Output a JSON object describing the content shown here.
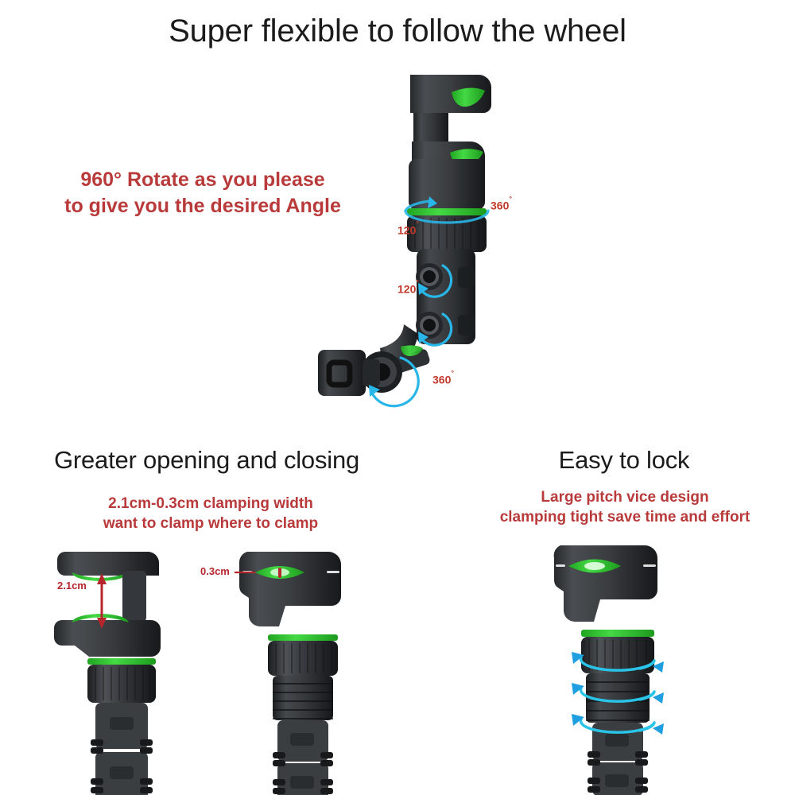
{
  "page": {
    "background_color": "#ffffff",
    "accent_green": "#3ec93e",
    "body_dark": "#3a3d40",
    "body_dark2": "#2b2e31",
    "arrow_cyan": "#29b6e8",
    "red_text": "#b93a3a",
    "measure_red": "#b5272d",
    "headline_color": "#1b1b1b"
  },
  "sections": {
    "top": {
      "headline": "Super flexible to follow the wheel",
      "caption_line1": "960° Rotate as you please",
      "caption_line2": "to give you the desired Angle",
      "angle_labels": [
        {
          "name": "top-360",
          "text": "360",
          "degree": "°"
        },
        {
          "name": "upper-120",
          "text": "120",
          "degree": "°"
        },
        {
          "name": "lower-120",
          "text": "120",
          "degree": "°"
        },
        {
          "name": "base-360",
          "text": "360",
          "degree": "°"
        }
      ]
    },
    "bottom_left": {
      "headline": "Greater opening and closing",
      "caption_line1": "2.1cm-0.3cm clamping width",
      "caption_line2": "want to clamp where to clamp",
      "measure_open": "2.1cm",
      "measure_closed": "0.3cm"
    },
    "bottom_right": {
      "headline": "Easy to lock",
      "caption_line1": "Large pitch vice design",
      "caption_line2": "clamping tight save time and effort"
    }
  }
}
